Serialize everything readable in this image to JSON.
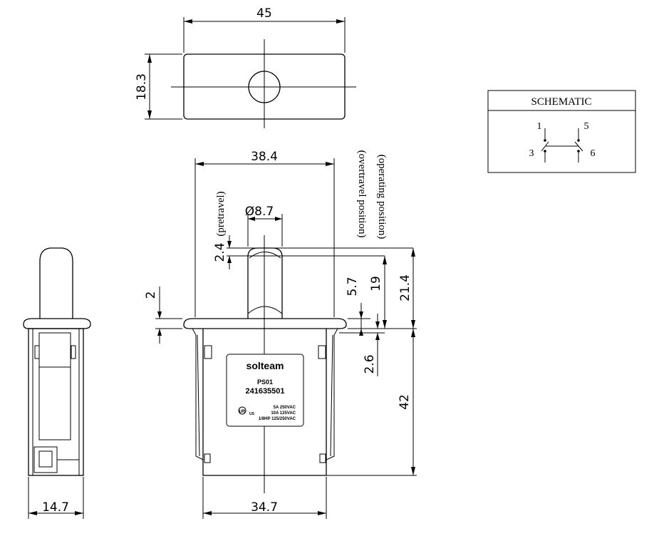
{
  "top_view": {
    "width_dim": "45",
    "height_dim": "18.3"
  },
  "front_view": {
    "body_width_dim": "38.4",
    "plunger_dia_dim": "Ø8.7",
    "pretravel_value": "2.4",
    "pretravel_label": "(pretravel)",
    "overtravel_label": "(overtravel position)",
    "operating_label": "(operating position)",
    "flange_dim": "2",
    "dim_5_7": "5.7",
    "dim_19": "19",
    "dim_21_4": "21.4",
    "dim_2_6": "2.6",
    "dim_42": "42",
    "base_width_dim": "34.7"
  },
  "side_view": {
    "width_dim": "14.7"
  },
  "label_plate": {
    "brand": "solteam",
    "model": "PS01",
    "part_number": "241635501",
    "cert_text": "US",
    "rating_1": "5A 250VAC",
    "rating_2": "10A 125VAC",
    "rating_3": "1/8HP 125/250VAC"
  },
  "schematic": {
    "title": "SCHEMATIC",
    "pin_1": "1",
    "pin_5": "5",
    "pin_3": "3",
    "pin_6": "6"
  }
}
